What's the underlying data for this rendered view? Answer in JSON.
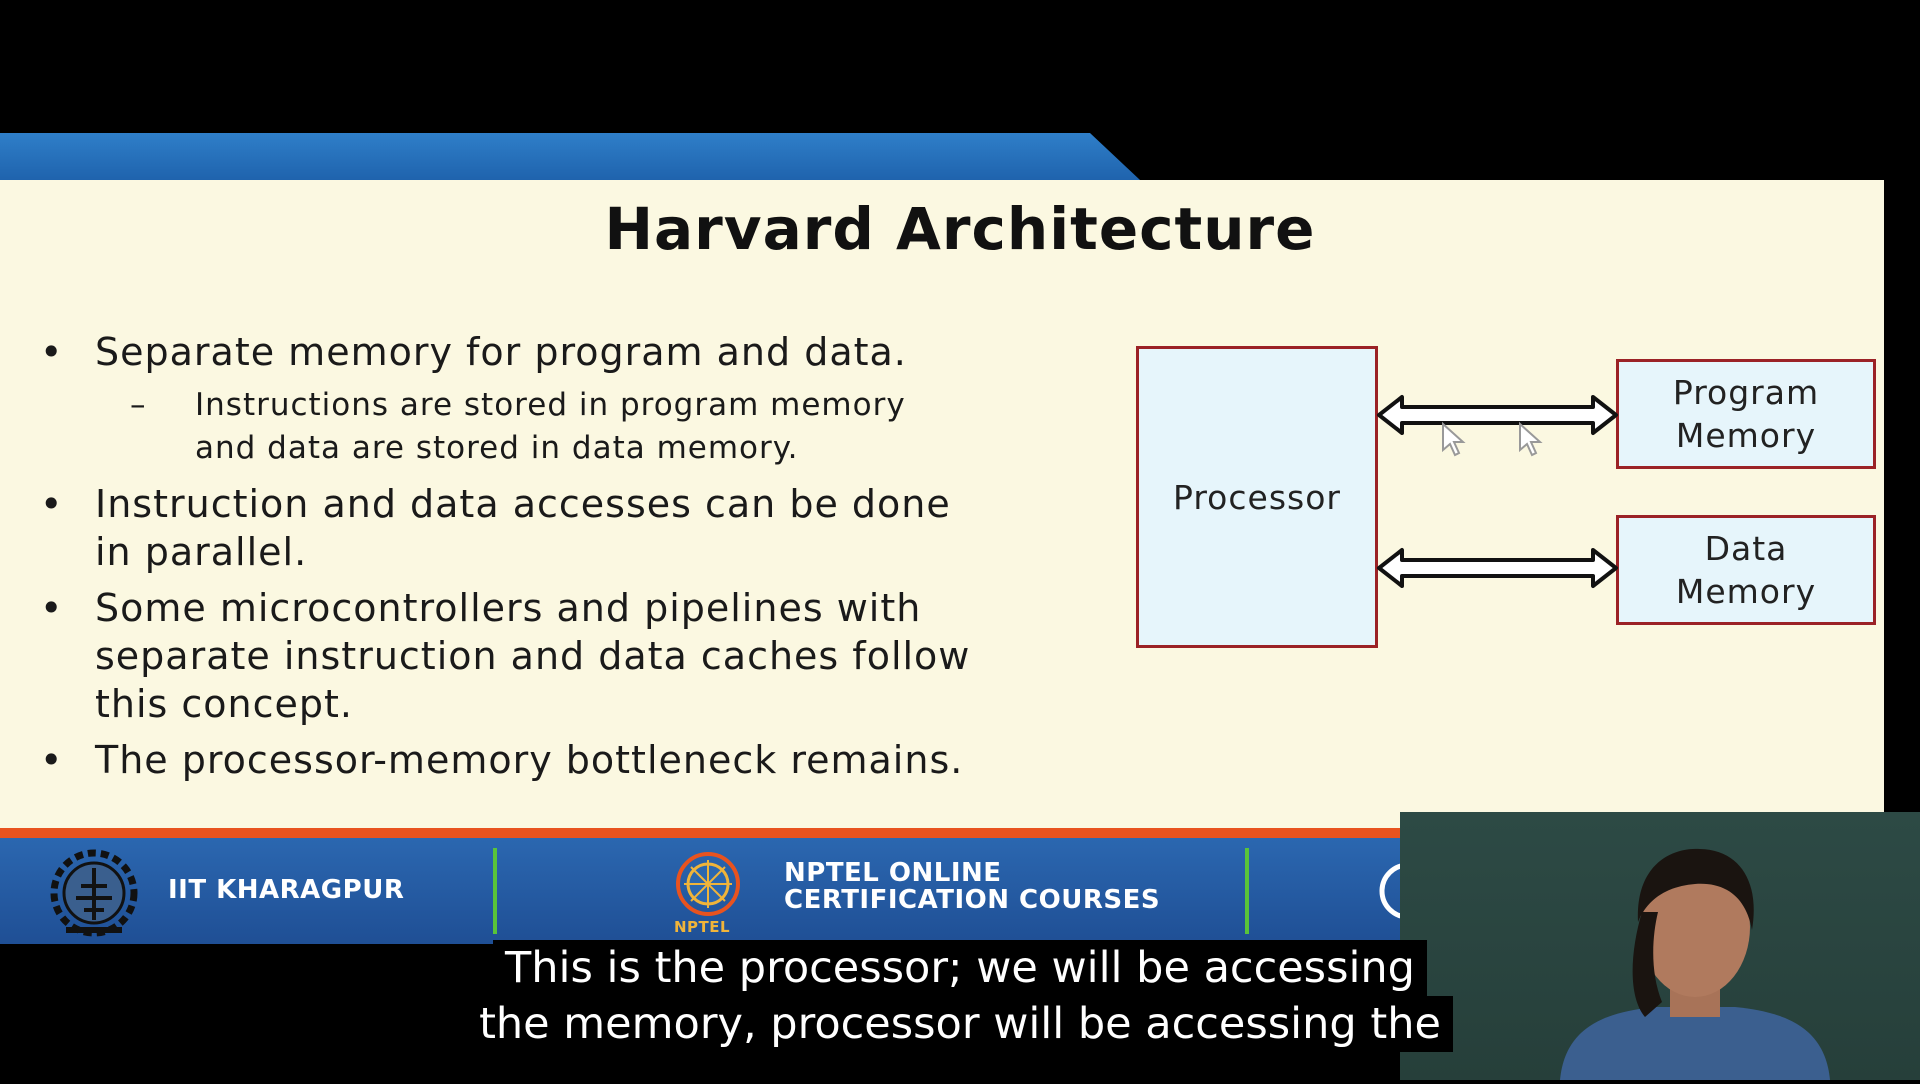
{
  "slide": {
    "title": "Harvard Architecture",
    "bullets": [
      "Separate memory for program and data.",
      "Instructions are stored in program memory",
      "and data are stored in data memory.",
      "Instruction and data accesses can be done",
      "in parallel.",
      "Some microcontrollers and pipelines with",
      "separate instruction and data caches follow",
      "this concept.",
      "The processor-memory bottleneck remains."
    ],
    "bullet_symbol": "•",
    "dash_symbol": "–"
  },
  "diagram": {
    "processor": "Processor",
    "program_memory": [
      "Program",
      "Memory"
    ],
    "data_memory": [
      "Data",
      "Memory"
    ],
    "box_fill": "#e6f5fb",
    "box_border": "#9b2226"
  },
  "footer": {
    "left_label": "IIT KHARAGPUR",
    "center_line1": "NPTEL ONLINE",
    "center_line2": "CERTIFICATION COURSES",
    "nptel_tag": "NPTEL"
  },
  "captions": [
    "This is the processor; we will be accessing",
    "the memory, processor will be accessing the"
  ],
  "colors": {
    "slide_bg": "#fbf8e1",
    "header_blue": "#2f7fc9",
    "footer_orange": "#e8531f",
    "footer_blue": "#1f4f95"
  }
}
